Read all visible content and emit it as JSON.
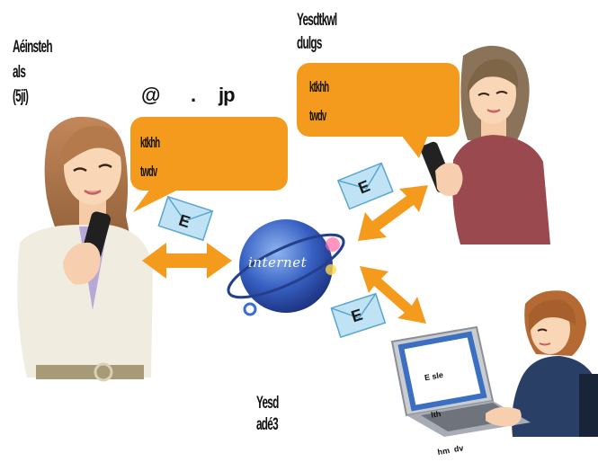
{
  "sender": {
    "name_lines": [
      "Aéinsteh",
      "als",
      "(5ji)"
    ],
    "email_parts": [
      "@",
      ".",
      "jp"
    ]
  },
  "left_bubble": {
    "lines": [
      "ktkhh",
      "twdv"
    ]
  },
  "right_bubble": {
    "lines": [
      "ktkhh",
      "twdv"
    ]
  },
  "recipient_phone": {
    "title_lines": [
      "Yesdtkwl",
      "dulgs"
    ]
  },
  "recipient_pc": {
    "title_lines": [
      "Yesd",
      "adé3"
    ]
  },
  "globe": {
    "label": "internet"
  },
  "envelopes": {
    "glyph": "E"
  },
  "laptop_screen": {
    "lines": [
      "E sle",
      "lth",
      "hm  dv"
    ]
  },
  "colors": {
    "bubble": "#f49a1c",
    "arrow": "#f49a1c",
    "globe": "#2d4fa8",
    "envelope": "#bfe3f4"
  }
}
